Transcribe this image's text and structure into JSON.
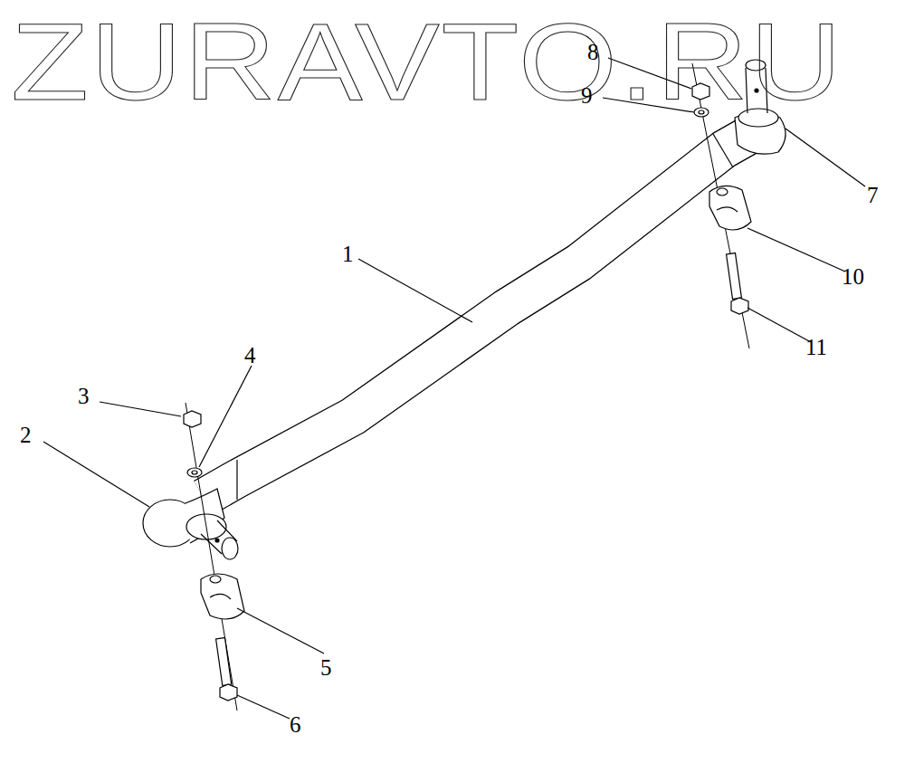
{
  "diagram": {
    "labels": [
      "ZURAVTO.RU",
      "1",
      "2",
      "3",
      "4",
      "5",
      "6",
      "7",
      "8",
      "9",
      "10",
      "11"
    ]
  }
}
